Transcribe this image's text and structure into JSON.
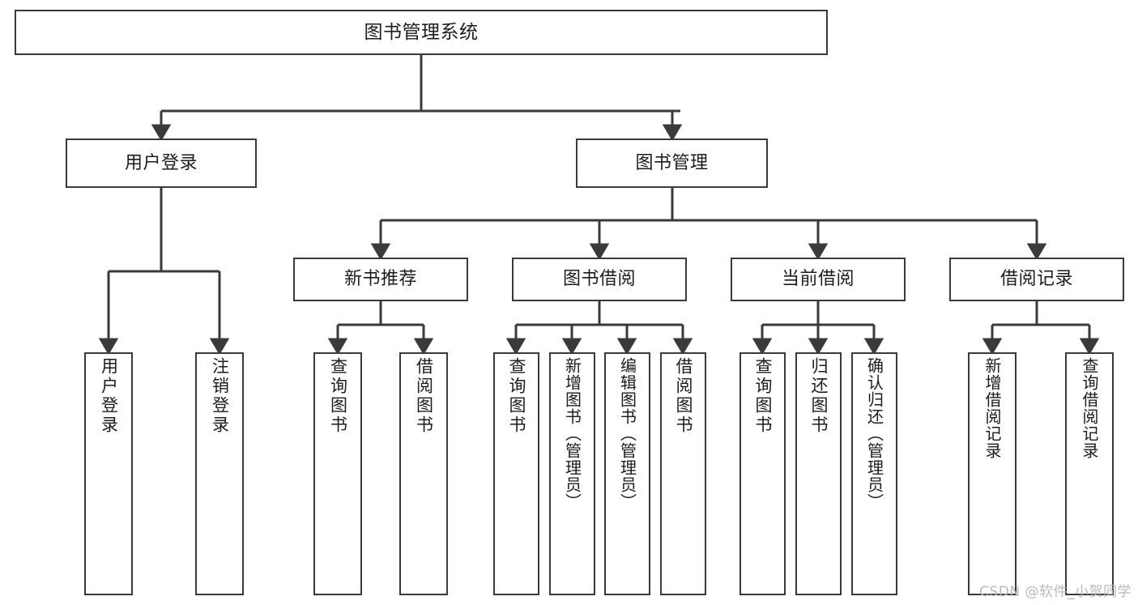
{
  "diagram": {
    "type": "tree",
    "title": "图书管理系统",
    "watermark": "CSDN @软件_小贺同学",
    "colors": {
      "box_border": "#3a3a3a",
      "box_fill": "#ffffff",
      "connector": "#3a3a3a",
      "text": "#1c1c1c",
      "watermark": "#b9b9b9"
    },
    "nodes": {
      "root": {
        "label": "图书管理系统"
      },
      "level2": [
        {
          "id": "user-login",
          "label": "用户登录"
        },
        {
          "id": "book-management",
          "label": "图书管理"
        }
      ],
      "level3": [
        {
          "id": "new-book-recommend",
          "label": "新书推荐"
        },
        {
          "id": "book-borrow",
          "label": "图书借阅"
        },
        {
          "id": "current-borrow",
          "label": "当前借阅"
        },
        {
          "id": "borrow-record",
          "label": "借阅记录"
        }
      ],
      "leaves": {
        "user-login": [
          {
            "id": "leaf-user-login",
            "label": "用户登录"
          },
          {
            "id": "leaf-logout-login",
            "label": "注销登录"
          }
        ],
        "new-book-recommend": [
          {
            "id": "leaf-query-book-1",
            "label": "查询图书"
          },
          {
            "id": "leaf-borrow-book-1",
            "label": "借阅图书"
          }
        ],
        "book-borrow": [
          {
            "id": "leaf-query-book-2",
            "label": "查询图书"
          },
          {
            "id": "leaf-add-book",
            "label": "新增图书（管理员）"
          },
          {
            "id": "leaf-edit-book",
            "label": "编辑图书（管理员）"
          },
          {
            "id": "leaf-borrow-book-2",
            "label": "借阅图书"
          }
        ],
        "current-borrow": [
          {
            "id": "leaf-query-book-3",
            "label": "查询图书"
          },
          {
            "id": "leaf-return-book",
            "label": "归还图书"
          },
          {
            "id": "leaf-confirm-return",
            "label": "确认归还（管理员）"
          }
        ],
        "borrow-record": [
          {
            "id": "leaf-add-record",
            "label": "新增借阅记录"
          },
          {
            "id": "leaf-query-record",
            "label": "查询借阅记录"
          }
        ]
      }
    }
  }
}
